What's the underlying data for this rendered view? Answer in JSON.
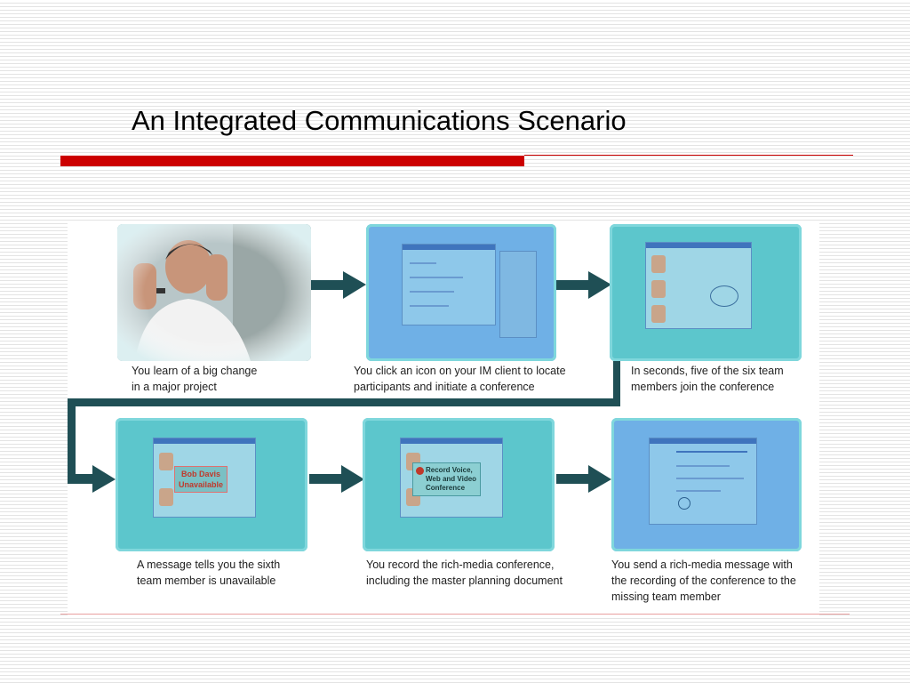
{
  "title": "An Integrated Communications Scenario",
  "steps": [
    {
      "caption_line1": "You learn of a big change",
      "caption_line2": "in a major project"
    },
    {
      "caption_line1": "You click an icon on your IM client to locate",
      "caption_line2": "participants and initiate a conference"
    },
    {
      "caption_line1": "In seconds, five of the six team",
      "caption_line2": "members join the conference"
    },
    {
      "caption_line1": "A message tells you the sixth",
      "caption_line2": "team member is unavailable",
      "overlay_line1": "Bob Davis",
      "overlay_line2": "Unavailable"
    },
    {
      "caption_line1": "You record the rich-media conference,",
      "caption_line2": "including the master planning document",
      "overlay_line1": "Record Voice,",
      "overlay_line2": "Web and Video",
      "overlay_line3": "Conference"
    },
    {
      "caption_line1": "You send a rich-media message with",
      "caption_line2": "the recording of the conference to the",
      "caption_line3": "missing team member"
    }
  ],
  "colors": {
    "accent_red": "#cc0000",
    "arrow": "#1f4f55",
    "panel_teal": "#5cc6cc",
    "panel_blue": "#6fb0e6"
  }
}
